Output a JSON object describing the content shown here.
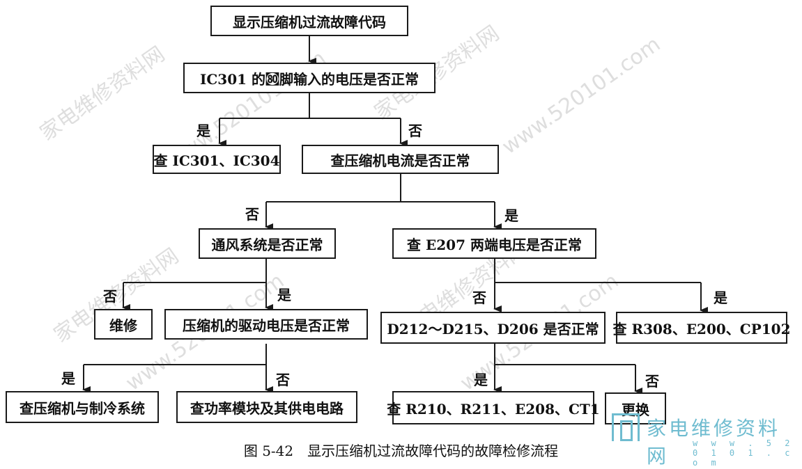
{
  "nodes": {
    "n1": "显示压缩机过流故障代码",
    "n2": "IC301 的㉏脚输入的电压是否正常",
    "n3": "查 IC301、IC304",
    "n4": "查压缩机电流是否正常",
    "n5": "通风系统是否正常",
    "n6": "查 E207 两端电压是否正常",
    "n7": "维修",
    "n8": "压缩机的驱动电压是否正常",
    "n9": "D212～D215、D206 是否正常",
    "n10": "查 R308、E200、CP102",
    "n11": "查压缩机与制冷系统",
    "n12": "查功率模块及其供电电路",
    "n13": "查 R210、R211、E208、CT1",
    "n14": "更换"
  },
  "labels": {
    "yes": "是",
    "no": "否"
  },
  "caption": "图 5-42　显示压缩机过流故障代码的故障检修流程",
  "watermark": {
    "text_cn": "家电维修资料网",
    "text_url": "www.520101.com"
  },
  "logo": {
    "title": "家电维修资料网",
    "url": "w w w . 5 2 0 1 0 1 . c o m"
  },
  "colors": {
    "line": "#1a1a1a",
    "logo": "#6fbcd0",
    "watermark": "#a0a0a0"
  }
}
